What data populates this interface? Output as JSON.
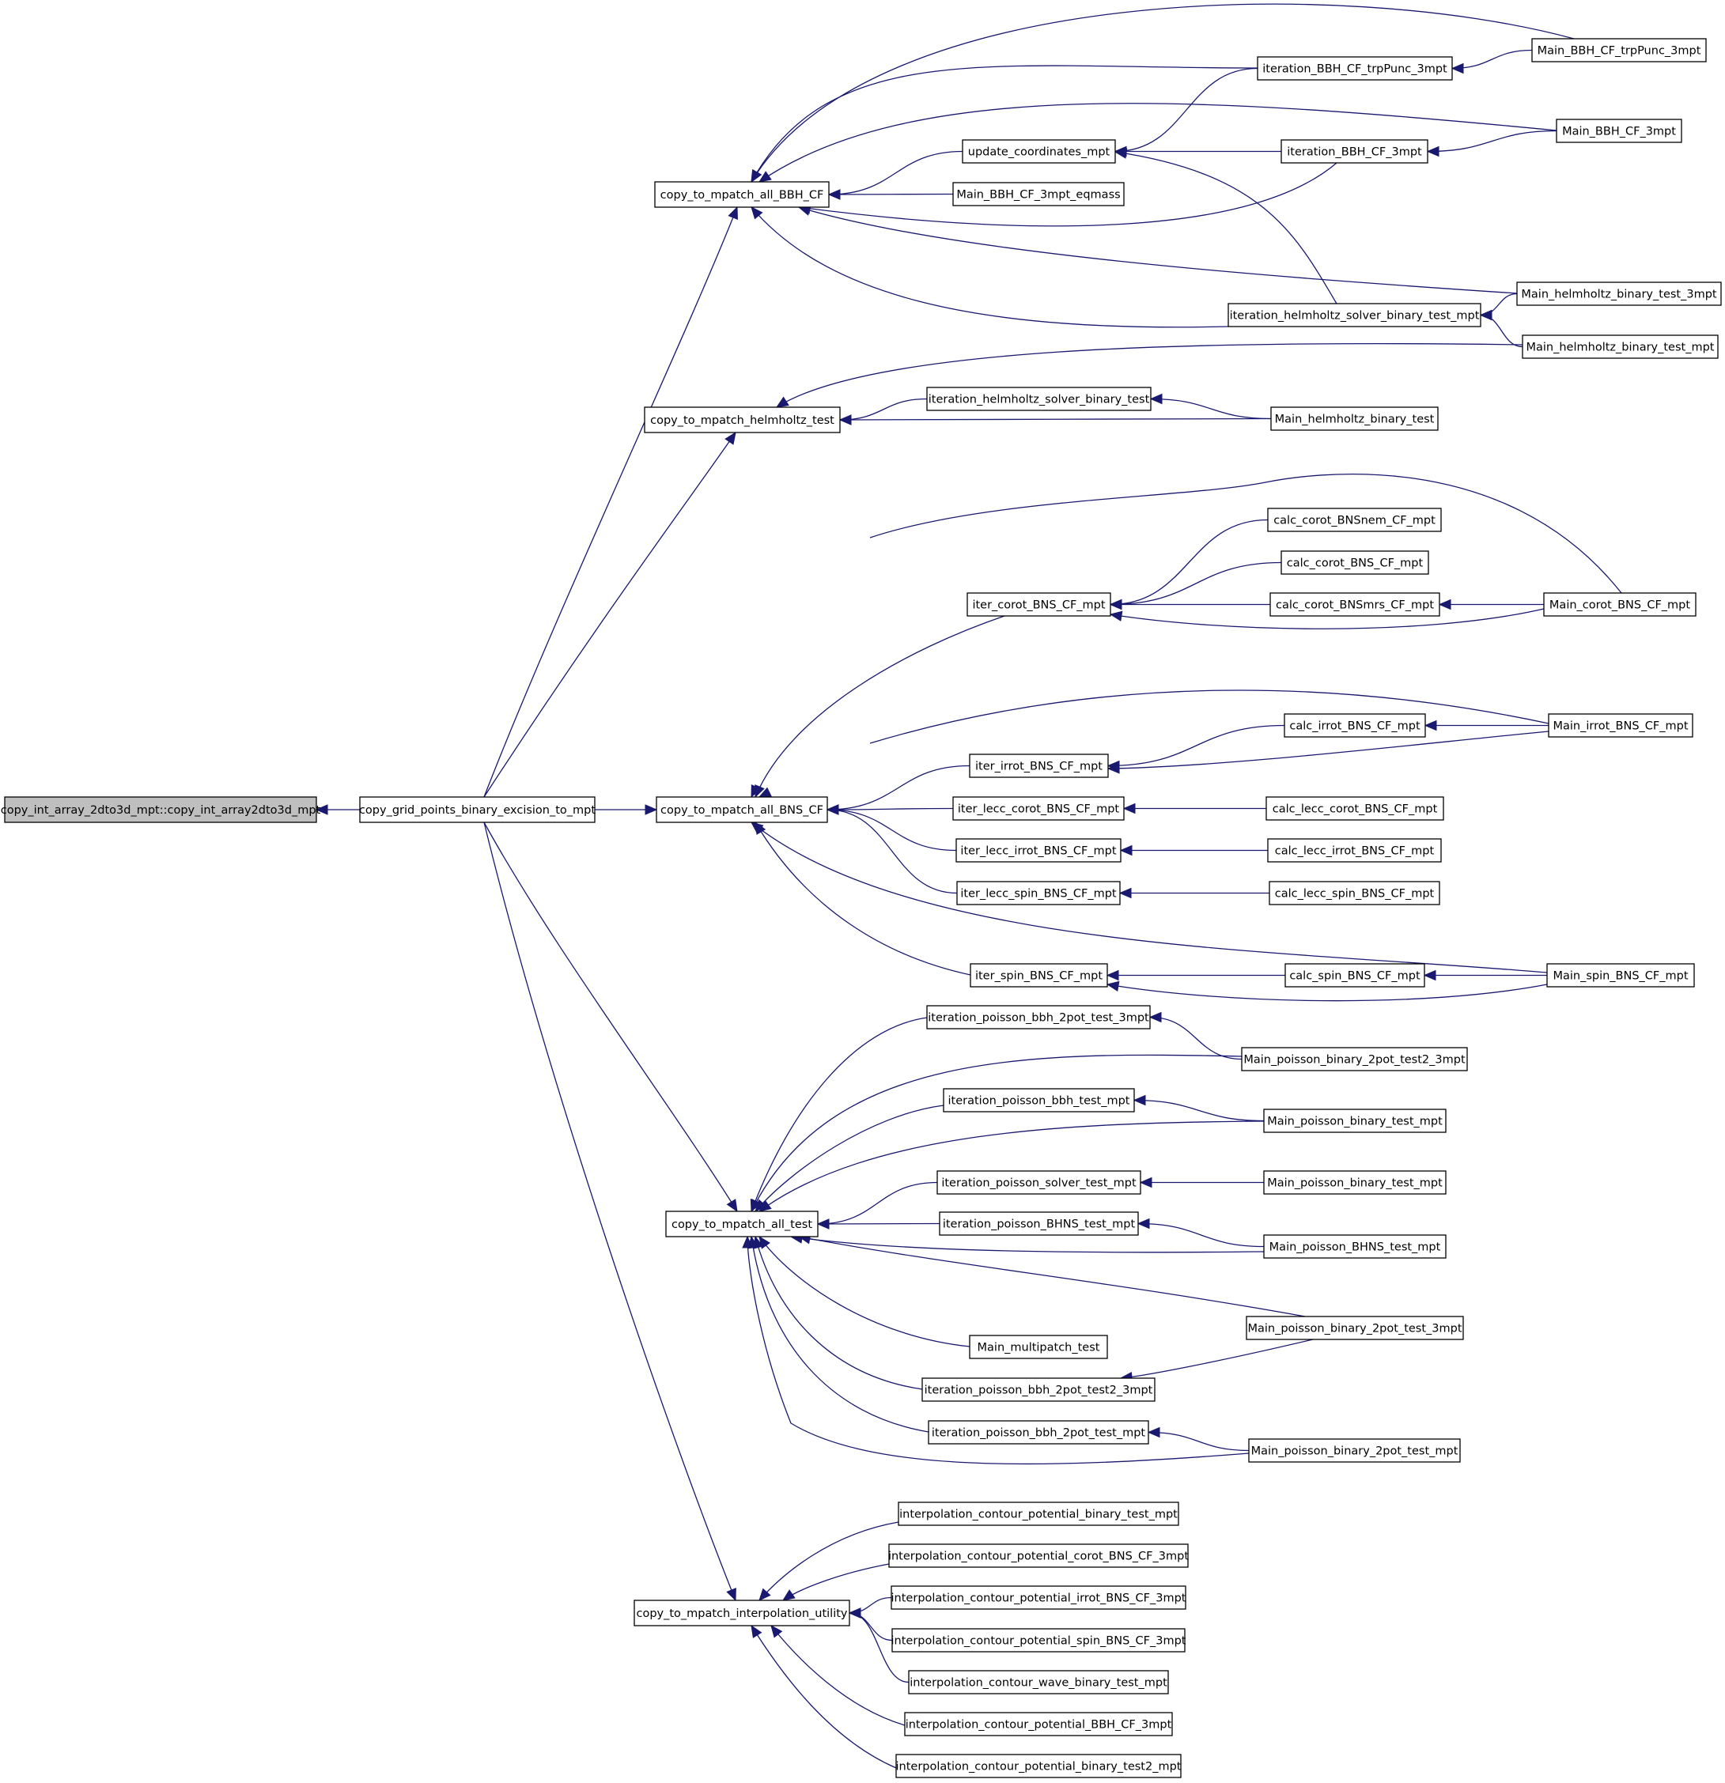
{
  "colors": {
    "edge": "#191970",
    "node_fill": "#ffffff",
    "root_fill": "#bfbfbf",
    "node_border": "#000000"
  },
  "nodes": [
    {
      "id": "root",
      "label": "copy_int_array_2dto3d_mpt::copy_int_array2dto3d_mpt",
      "root": true
    },
    {
      "id": "cgp",
      "label": "copy_grid_points_binary_excision_to_mpt"
    },
    {
      "id": "bbh",
      "label": "copy_to_mpatch_all_BBH_CF"
    },
    {
      "id": "helm",
      "label": "copy_to_mpatch_helmholtz_test"
    },
    {
      "id": "bns",
      "label": "copy_to_mpatch_all_BNS_CF"
    },
    {
      "id": "test",
      "label": "copy_to_mpatch_all_test"
    },
    {
      "id": "interp",
      "label": "copy_to_mpatch_interpolation_utility"
    },
    {
      "id": "upd",
      "label": "update_coordinates_mpt"
    },
    {
      "id": "mbbheq",
      "label": "Main_BBH_CF_3mpt_eqmass"
    },
    {
      "id": "itbbhtrp",
      "label": "iteration_BBH_CF_trpPunc_3mpt"
    },
    {
      "id": "itbbh3",
      "label": "iteration_BBH_CF_3mpt"
    },
    {
      "id": "ithelmmpt",
      "label": "iteration_helmholtz_solver_binary_test_mpt"
    },
    {
      "id": "mbbhtrp",
      "label": "Main_BBH_CF_trpPunc_3mpt"
    },
    {
      "id": "mbbh3",
      "label": "Main_BBH_CF_3mpt"
    },
    {
      "id": "mhelm3",
      "label": "Main_helmholtz_binary_test_3mpt"
    },
    {
      "id": "mhelmmpt",
      "label": "Main_helmholtz_binary_test_mpt"
    },
    {
      "id": "ithelm",
      "label": "iteration_helmholtz_solver_binary_test"
    },
    {
      "id": "mhelm",
      "label": "Main_helmholtz_binary_test"
    },
    {
      "id": "itcorot",
      "label": "iter_corot_BNS_CF_mpt"
    },
    {
      "id": "ccbnsnem",
      "label": "calc_corot_BNSnem_CF_mpt"
    },
    {
      "id": "ccbns",
      "label": "calc_corot_BNS_CF_mpt"
    },
    {
      "id": "ccbnsmrs",
      "label": "calc_corot_BNSmrs_CF_mpt"
    },
    {
      "id": "mcorot",
      "label": "Main_corot_BNS_CF_mpt"
    },
    {
      "id": "itirrot",
      "label": "iter_irrot_BNS_CF_mpt"
    },
    {
      "id": "cirrot",
      "label": "calc_irrot_BNS_CF_mpt"
    },
    {
      "id": "mirrot",
      "label": "Main_irrot_BNS_CF_mpt"
    },
    {
      "id": "itlcorot",
      "label": "iter_lecc_corot_BNS_CF_mpt"
    },
    {
      "id": "clcorot",
      "label": "calc_lecc_corot_BNS_CF_mpt"
    },
    {
      "id": "itlirrot",
      "label": "iter_lecc_irrot_BNS_CF_mpt"
    },
    {
      "id": "clirrot",
      "label": "calc_lecc_irrot_BNS_CF_mpt"
    },
    {
      "id": "itlspin",
      "label": "iter_lecc_spin_BNS_CF_mpt"
    },
    {
      "id": "clspin",
      "label": "calc_lecc_spin_BNS_CF_mpt"
    },
    {
      "id": "itspin",
      "label": "iter_spin_BNS_CF_mpt"
    },
    {
      "id": "cspin",
      "label": "calc_spin_BNS_CF_mpt"
    },
    {
      "id": "mspin",
      "label": "Main_spin_BNS_CF_mpt"
    },
    {
      "id": "itpbbh2p3",
      "label": "iteration_poisson_bbh_2pot_test_3mpt"
    },
    {
      "id": "mpb2pt23",
      "label": "Main_poisson_binary_2pot_test2_3mpt"
    },
    {
      "id": "itpbbh",
      "label": "iteration_poisson_bbh_test_mpt"
    },
    {
      "id": "mpbt1",
      "label": "Main_poisson_binary_test_mpt"
    },
    {
      "id": "itpsolv",
      "label": "iteration_poisson_solver_test_mpt"
    },
    {
      "id": "mpbt2",
      "label": "Main_poisson_binary_test_mpt"
    },
    {
      "id": "itpbhns",
      "label": "iteration_poisson_BHNS_test_mpt"
    },
    {
      "id": "mpbhns",
      "label": "Main_poisson_BHNS_test_mpt"
    },
    {
      "id": "mpb2p3",
      "label": "Main_poisson_binary_2pot_test_3mpt"
    },
    {
      "id": "mmulti",
      "label": "Main_multipatch_test"
    },
    {
      "id": "itpbbh2p23",
      "label": "iteration_poisson_bbh_2pot_test2_3mpt"
    },
    {
      "id": "itpbbh2p",
      "label": "iteration_poisson_bbh_2pot_test_mpt"
    },
    {
      "id": "mpb2p",
      "label": "Main_poisson_binary_2pot_test_mpt"
    },
    {
      "id": "icpbt",
      "label": "interpolation_contour_potential_binary_test_mpt"
    },
    {
      "id": "icpcorot",
      "label": "interpolation_contour_potential_corot_BNS_CF_3mpt"
    },
    {
      "id": "icpirrot",
      "label": "interpolation_contour_potential_irrot_BNS_CF_3mpt"
    },
    {
      "id": "icpspin",
      "label": "interpolation_contour_potential_spin_BNS_CF_3mpt"
    },
    {
      "id": "icwbt",
      "label": "interpolation_contour_wave_binary_test_mpt"
    },
    {
      "id": "icpbbh",
      "label": "interpolation_contour_potential_BBH_CF_3mpt"
    },
    {
      "id": "icpbt2",
      "label": "interpolation_contour_potential_binary_test2_mpt"
    }
  ],
  "edges": [
    [
      "root",
      "cgp"
    ],
    [
      "cgp",
      "bbh"
    ],
    [
      "cgp",
      "helm"
    ],
    [
      "cgp",
      "bns"
    ],
    [
      "cgp",
      "test"
    ],
    [
      "cgp",
      "interp"
    ],
    [
      "bbh",
      "mbbhtrp"
    ],
    [
      "bbh",
      "itbbhtrp"
    ],
    [
      "bbh",
      "mbbh3"
    ],
    [
      "bbh",
      "upd"
    ],
    [
      "bbh",
      "mbbheq"
    ],
    [
      "bbh",
      "itbbh3"
    ],
    [
      "bbh",
      "mhelm3"
    ],
    [
      "bbh",
      "ithelmmpt"
    ],
    [
      "upd",
      "itbbhtrp"
    ],
    [
      "upd",
      "itbbh3"
    ],
    [
      "upd",
      "ithelmmpt"
    ],
    [
      "itbbhtrp",
      "mbbhtrp"
    ],
    [
      "itbbh3",
      "mbbh3"
    ],
    [
      "ithelmmpt",
      "mhelm3"
    ],
    [
      "ithelmmpt",
      "mhelmmpt"
    ],
    [
      "helm",
      "mhelmmpt"
    ],
    [
      "helm",
      "ithelm"
    ],
    [
      "helm",
      "mhelm"
    ],
    [
      "ithelm",
      "mhelm"
    ],
    [
      "bns",
      "mcorot"
    ],
    [
      "bns",
      "itcorot"
    ],
    [
      "bns",
      "mirrot"
    ],
    [
      "bns",
      "itirrot"
    ],
    [
      "bns",
      "itlcorot"
    ],
    [
      "bns",
      "itlirrot"
    ],
    [
      "bns",
      "itlspin"
    ],
    [
      "bns",
      "mspin"
    ],
    [
      "bns",
      "itspin"
    ],
    [
      "itcorot",
      "ccbnsnem"
    ],
    [
      "itcorot",
      "ccbns"
    ],
    [
      "itcorot",
      "ccbnsmrs"
    ],
    [
      "itcorot",
      "mcorot"
    ],
    [
      "ccbnsmrs",
      "mcorot"
    ],
    [
      "itirrot",
      "cirrot"
    ],
    [
      "itirrot",
      "mirrot"
    ],
    [
      "cirrot",
      "mirrot"
    ],
    [
      "itlcorot",
      "clcorot"
    ],
    [
      "itlirrot",
      "clirrot"
    ],
    [
      "itlspin",
      "clspin"
    ],
    [
      "itspin",
      "cspin"
    ],
    [
      "itspin",
      "mspin"
    ],
    [
      "cspin",
      "mspin"
    ],
    [
      "test",
      "itpbbh2p3"
    ],
    [
      "test",
      "mpb2pt23"
    ],
    [
      "test",
      "itpbbh"
    ],
    [
      "test",
      "mpbt1"
    ],
    [
      "test",
      "itpsolv"
    ],
    [
      "test",
      "itpbhns"
    ],
    [
      "test",
      "mpbhns"
    ],
    [
      "test",
      "mpb2p3"
    ],
    [
      "test",
      "mmulti"
    ],
    [
      "test",
      "itpbbh2p23"
    ],
    [
      "test",
      "itpbbh2p"
    ],
    [
      "test",
      "mpb2p"
    ],
    [
      "itpbbh2p3",
      "mpb2pt23"
    ],
    [
      "itpbbh",
      "mpbt1"
    ],
    [
      "itpsolv",
      "mpbt2"
    ],
    [
      "itpbhns",
      "mpbhns"
    ],
    [
      "itpbbh2p23",
      "mpb2p3"
    ],
    [
      "itpbbh2p",
      "mpb2p"
    ],
    [
      "interp",
      "icpbt"
    ],
    [
      "interp",
      "icpcorot"
    ],
    [
      "interp",
      "icpirrot"
    ],
    [
      "interp",
      "icpspin"
    ],
    [
      "interp",
      "icwbt"
    ],
    [
      "interp",
      "icpbbh"
    ],
    [
      "interp",
      "icpbt2"
    ]
  ]
}
